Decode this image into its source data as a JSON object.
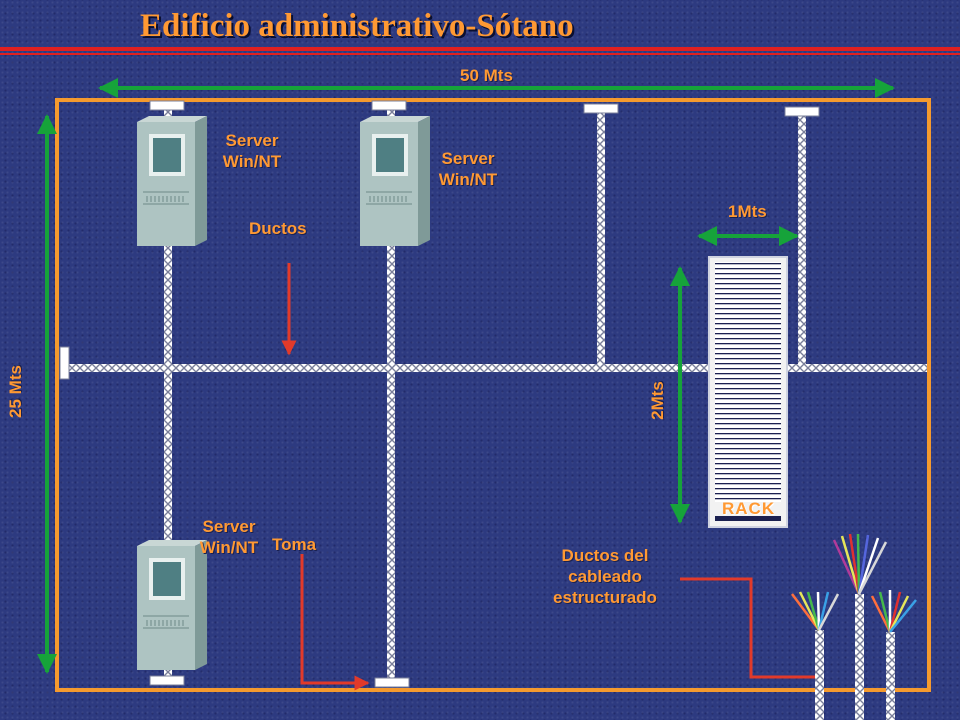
{
  "title": "Edificio administrativo-Sótano",
  "dimensions": {
    "width": "50 Mts",
    "height": "25 Mts",
    "rack_width": "1Mts",
    "rack_height": "2Mts"
  },
  "servers": [
    {
      "line1": "Server",
      "line2": "Win/NT"
    },
    {
      "line1": "Server",
      "line2": "Win/NT"
    },
    {
      "line1": "Server",
      "line2": "Win/NT"
    }
  ],
  "labels": {
    "ductos": "Ductos",
    "toma": "Toma",
    "rack": "RACK",
    "ductos_cableado": [
      "Ductos del",
      "cableado",
      "estructurado"
    ]
  },
  "colors": {
    "background": "#2d3a80",
    "text": "#ff9933",
    "wall": "#f59a2e",
    "dimension_arrow": "#16a33a",
    "pointer_arrow": "#e23a2a",
    "duct": "#ffffff"
  }
}
